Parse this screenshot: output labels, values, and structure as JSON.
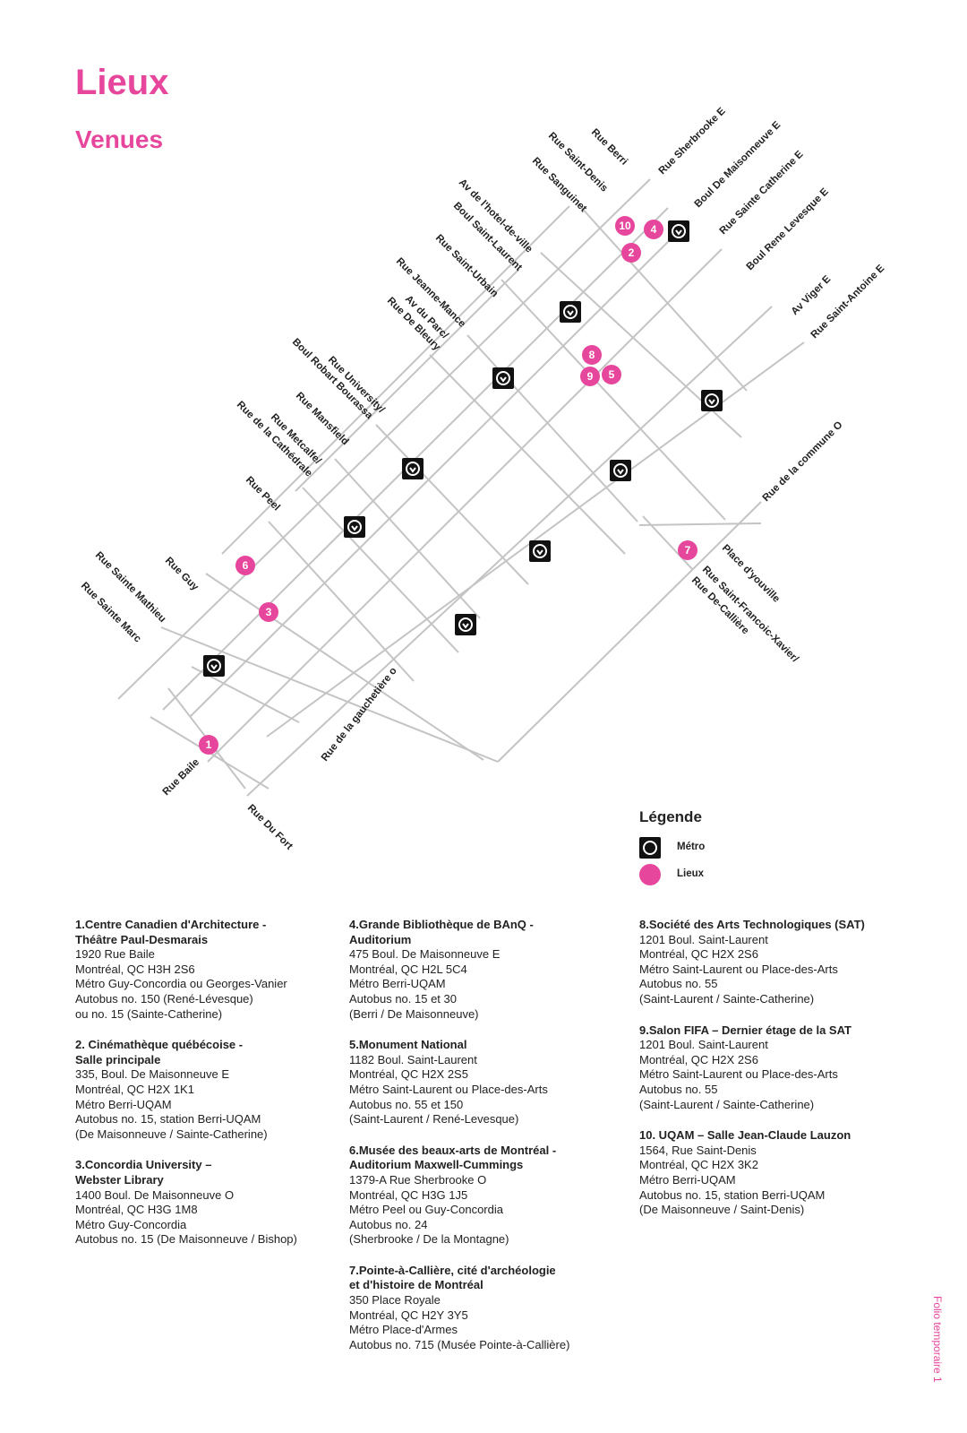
{
  "title": "Lieux",
  "subtitle": "Venues",
  "map": {
    "streets": [
      "Rue Sherbrooke E",
      "Rue Berri",
      "Rue Saint-Denis",
      "Boul De Maisonneuve E",
      "Rue Sanguinet",
      "Rue Sainte Catherine E",
      "Av de l'hotel-de-ville",
      "Boul Saint-Laurent",
      "Boul Rene Levesque E",
      "Rue Saint-Urbain",
      "Av Viger E",
      "Rue Saint-Antoine E",
      "Rue Jeanne-Mance",
      "Av du Parc/",
      "Rue De Bleury",
      "Rue University/",
      "Boul Robart Bourassa",
      "Rue Mansfield",
      "Rue de la commune O",
      "Rue Metcalfe/",
      "Rue de la Cathédrale",
      "Rue Peel",
      "Place d'youville",
      "Rue Saint-Francoic-Xavier/",
      "Rue De-Callière",
      "Rue Sainte Mathieu",
      "Rue Guy",
      "Rue Sainte Marc",
      "Rue de la gauchetière o",
      "Rue Baile",
      "Rue Du Fort"
    ],
    "pins": [
      "10",
      "4",
      "2",
      "8",
      "9",
      "5",
      "6",
      "3",
      "1",
      "7"
    ],
    "metro_icon": "metro-icon"
  },
  "legend": {
    "title": "Légende",
    "metro_label": "Métro",
    "lieux_label": "Lieux"
  },
  "colors": {
    "accent": "#e6479c",
    "street_lines": "#c4c4c4",
    "metro": "#111111"
  },
  "venues": [
    {
      "name": "1.Centre Canadien d'Architecture -",
      "name2": "Théâtre Paul-Desmarais",
      "lines": [
        "1920 Rue Baile",
        "Montréal, QC  H3H 2S6",
        "Métro Guy-Concordia ou Georges-Vanier",
        "Autobus no. 150 (René-Lévesque)",
        "ou no. 15 (Sainte-Catherine)"
      ]
    },
    {
      "name": "2. Cinémathèque québécoise -",
      "name2": "Salle principale",
      "lines": [
        "335, Boul. De Maisonneuve E",
        "Montréal, QC  H2X 1K1",
        "Métro Berri-UQAM",
        "Autobus no. 15, station Berri-UQAM",
        "(De Maisonneuve / Sainte-Catherine)"
      ]
    },
    {
      "name": "3.Concordia University –",
      "name2": "Webster Library",
      "lines": [
        "1400 Boul. De Maisonneuve O",
        "Montréal, QC  H3G 1M8",
        "Métro Guy-Concordia",
        "Autobus no. 15 (De Maisonneuve / Bishop)"
      ]
    },
    {
      "name": "4.Grande Bibliothèque de BAnQ -",
      "name2": "Auditorium",
      "lines": [
        "475 Boul. De Maisonneuve E",
        "Montréal, QC  H2L 5C4",
        "Métro Berri-UQAM",
        "Autobus no. 15 et 30",
        "(Berri / De Maisonneuve)"
      ]
    },
    {
      "name": "5.Monument National",
      "name2": "",
      "lines": [
        "1182 Boul. Saint-Laurent",
        "Montréal, QC  H2X 2S5",
        "Métro Saint-Laurent ou Place-des-Arts",
        "Autobus no. 55 et 150",
        "(Saint-Laurent / René-Levesque)"
      ]
    },
    {
      "name": "6.Musée des beaux-arts de Montréal -",
      "name2": "Auditorium Maxwell-Cummings",
      "lines": [
        "1379-A Rue Sherbrooke O",
        "Montréal, QC  H3G 1J5",
        "Métro Peel ou Guy-Concordia",
        "Autobus no. 24",
        "(Sherbrooke / De la Montagne)"
      ]
    },
    {
      "name": "7.Pointe-à-Callière, cité d'archéologie",
      "name2": "et d'histoire de Montréal",
      "lines": [
        "350 Place Royale",
        "Montréal, QC  H2Y 3Y5",
        "Métro Place-d'Armes",
        "Autobus no. 715 (Musée Pointe-à-Callière)"
      ]
    },
    {
      "name": "8.Société des Arts Technologiques (SAT)",
      "name2": "",
      "lines": [
        "1201 Boul. Saint-Laurent",
        "Montréal, QC H2X 2S6",
        "Métro Saint-Laurent ou Place-des-Arts",
        "Autobus no. 55",
        "(Saint-Laurent / Sainte-Catherine)"
      ]
    },
    {
      "name": "9.Salon FIFA – Dernier étage de la SAT",
      "name2": "",
      "lines": [
        "1201 Boul. Saint-Laurent",
        "Montréal, QC  H2X 2S6",
        "Métro Saint-Laurent ou Place-des-Arts",
        "Autobus no. 55",
        "(Saint-Laurent / Sainte-Catherine)"
      ]
    },
    {
      "name": "10. UQAM – Salle Jean-Claude Lauzon",
      "name2": "",
      "lines": [
        "1564, Rue Saint-Denis",
        "Montréal, QC  H2X 3K2",
        "Métro Berri-UQAM",
        "Autobus no. 15, station Berri-UQAM",
        "(De Maisonneuve / Saint-Denis)"
      ]
    }
  ],
  "folio": "Folio temporaire  1"
}
